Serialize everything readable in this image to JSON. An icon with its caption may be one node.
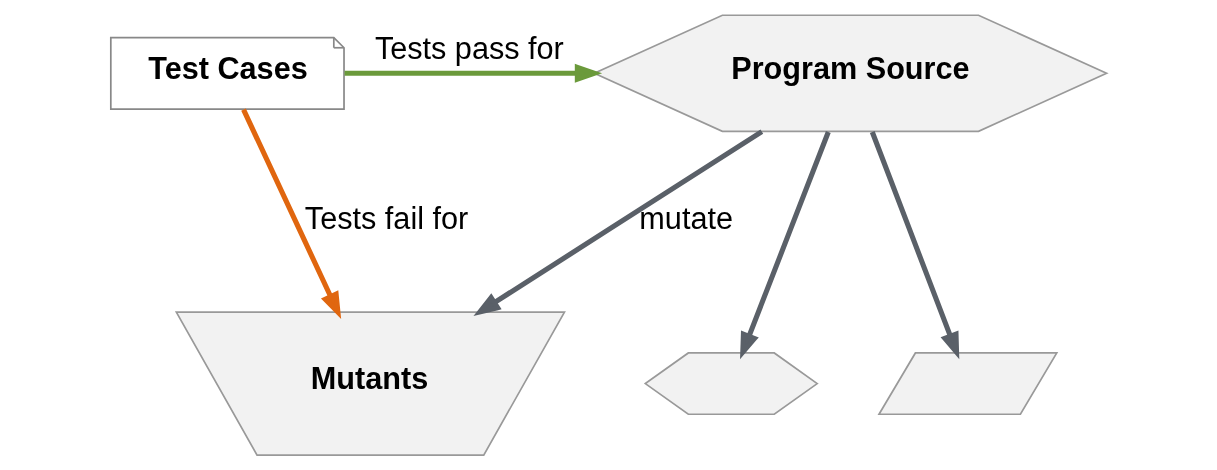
{
  "diagram": {
    "nodes": [
      {
        "text": [
          "Test Cases"
        ]
      },
      {
        "text": [
          "Program Source"
        ]
      },
      {
        "text": [],
        "shape": "hexagon"
      },
      {
        "text": [],
        "shape": "box"
      },
      {
        "text": [
          "Mutants"
        ]
      }
    ],
    "edges": [
      {
        "from": 0,
        "to": 1,
        "arrow": "to",
        "label": "Tests pass for",
        "color": "#6b9a3b"
      },
      {
        "from": 0,
        "to": 4,
        "arrow": "to",
        "label": "Tests fail for",
        "color": "#e0660f"
      },
      {
        "from": 1,
        "to": 2,
        "arrow": "to"
      },
      {
        "from": 1,
        "to": 3,
        "arrow": "to"
      },
      {
        "from": 1,
        "to": 4,
        "arrow": "to",
        "label": "mutate"
      }
    ]
  }
}
